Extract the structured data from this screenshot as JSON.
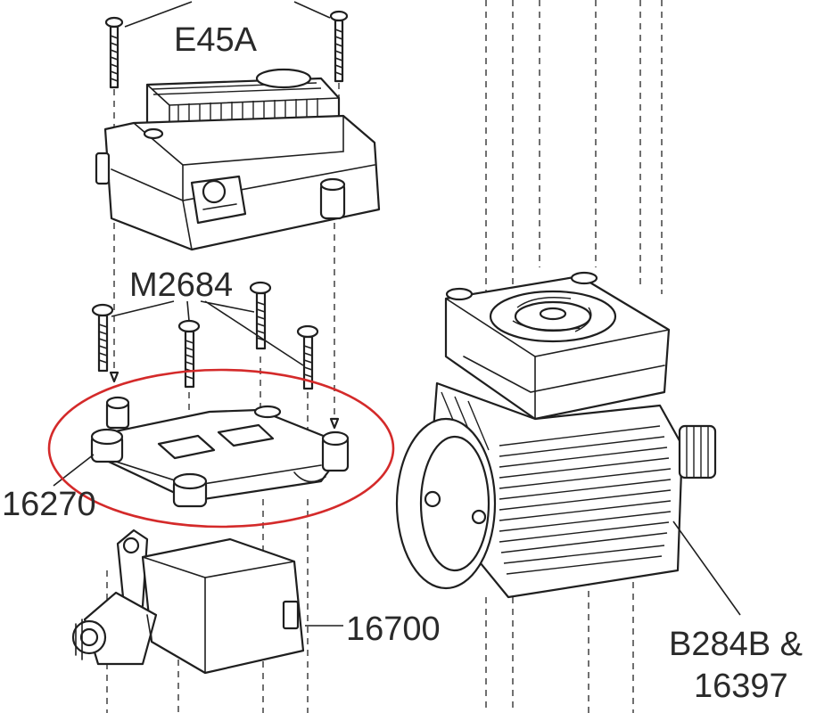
{
  "labels": {
    "esc": "E45A",
    "screws": "M2684",
    "plate": "16270",
    "servo": "16700",
    "motor_line1": "B284B &",
    "motor_line2": "16397"
  },
  "colors": {
    "line": "#1f1f1f",
    "highlight": "#d42a2a",
    "background": "#ffffff"
  }
}
